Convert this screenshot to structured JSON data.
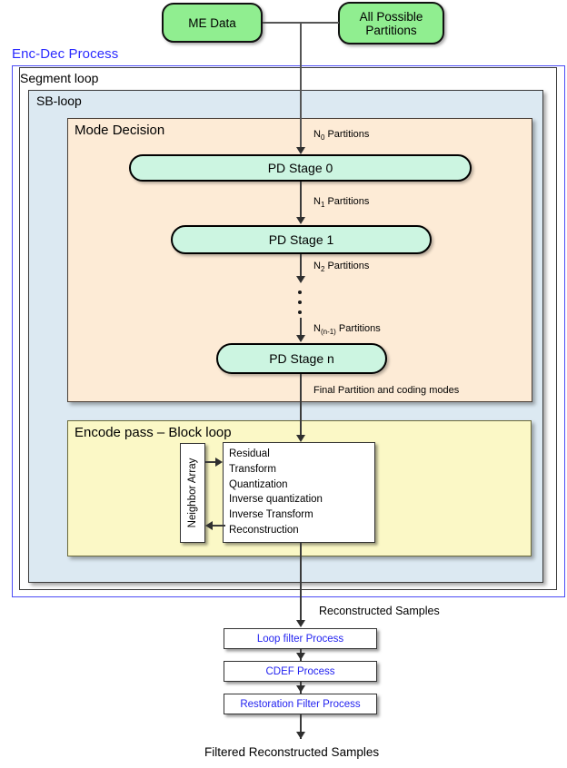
{
  "diagram": {
    "title": "Enc-Dec Process",
    "inputs": [
      {
        "label": "ME Data"
      },
      {
        "label": "All Possible Partitions"
      }
    ],
    "containers": {
      "enc_dec_process": "Enc-Dec Process",
      "segment_loop": "Segment loop",
      "sb_loop": "SB-loop",
      "mode_decision": "Mode Decision",
      "encode_pass": "Encode pass – Block loop"
    },
    "stages": [
      {
        "label": "PD Stage 0"
      },
      {
        "label": "PD Stage 1"
      },
      {
        "label": "PD Stage n"
      }
    ],
    "edge_labels": {
      "n0": "N",
      "n0_sub": "0",
      "n0_suffix": " Partitions",
      "n1": "N",
      "n1_sub": "1",
      "n1_suffix": " Partitions",
      "n2": "N",
      "n2_sub": "2",
      "n2_suffix": " Partitions",
      "nn1": "N",
      "nn1_sub": "(n-1)",
      "nn1_suffix": " Partitions",
      "final_partition": "Final Partition and coding modes",
      "reconstructed_samples": "Reconstructed Samples",
      "filtered_reconstructed_samples": "Filtered Reconstructed Samples"
    },
    "neighbor_array": {
      "label": "Neighbor Array"
    },
    "block_ops": [
      "Residual",
      "Transform",
      "Quantization",
      "Inverse quantization",
      "Inverse Transform",
      "Reconstruction"
    ],
    "filter_processes": [
      {
        "label": "Loop filter Process"
      },
      {
        "label": "CDEF Process"
      },
      {
        "label": "Restoration Filter Process"
      }
    ],
    "colors": {
      "terminal_green": "#90ee90",
      "stage_mint": "#ccf5e1",
      "sb_loop_blue": "#dce9f2",
      "mode_decision_peach": "#fdebd6",
      "encode_pass_yellow": "#fbf8c6",
      "process_border_blue": "#4b4bf5",
      "process_text_blue": "#2323f0"
    }
  }
}
